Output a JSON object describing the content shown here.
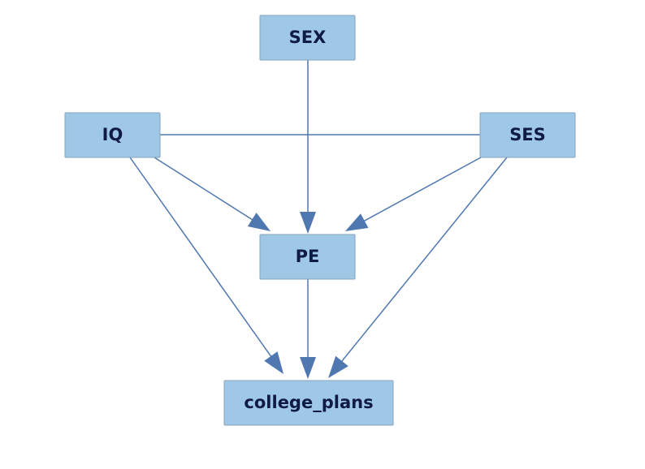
{
  "diagram": {
    "style": {
      "node_fill": "#9fc7e6",
      "node_stroke": "#8aa3b8",
      "edge_color": "#4f77b0",
      "label_color": "#0f1a45"
    },
    "nodes": {
      "sex": {
        "label": "SEX"
      },
      "iq": {
        "label": "IQ"
      },
      "ses": {
        "label": "SES"
      },
      "pe": {
        "label": "PE"
      },
      "college_plans": {
        "label": "college_plans"
      }
    },
    "edges": [
      {
        "from": "SEX",
        "to": "PE",
        "directed": true
      },
      {
        "from": "IQ",
        "to": "SES",
        "directed": false
      },
      {
        "from": "IQ",
        "to": "PE",
        "directed": true
      },
      {
        "from": "SES",
        "to": "PE",
        "directed": true
      },
      {
        "from": "IQ",
        "to": "college_plans",
        "directed": true
      },
      {
        "from": "PE",
        "to": "college_plans",
        "directed": true
      },
      {
        "from": "SES",
        "to": "college_plans",
        "directed": true
      }
    ]
  }
}
